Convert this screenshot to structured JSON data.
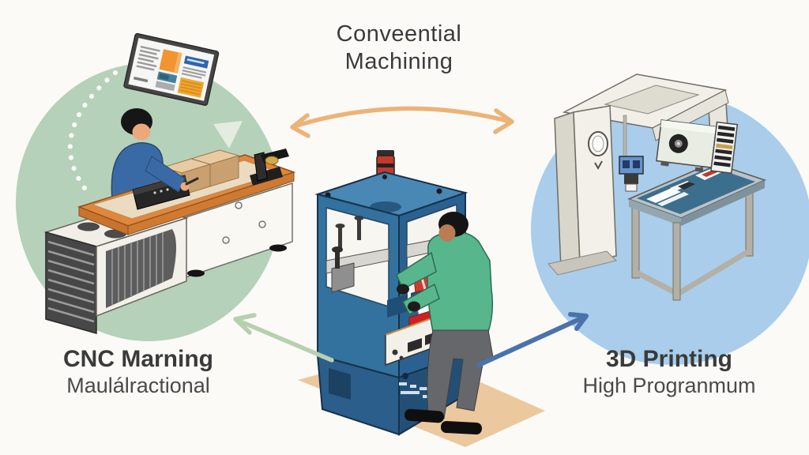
{
  "labels": {
    "conventional": {
      "line1": "Conveential",
      "line2": "Machining"
    },
    "cnc": {
      "line1": "CNC Marning",
      "line2": "Maulálractional"
    },
    "printing": {
      "line1": "3D Printing",
      "line2": "High Progranmum"
    }
  },
  "colors": {
    "background": "#fbfaf7",
    "green_circle": "#b6d1b9",
    "blue_circle": "#a9cdea",
    "orange_arrow": "#ecb377",
    "green_arrow": "#b7d0af",
    "blue_arrow": "#4a73ac",
    "floor_mat": "#ecc89e",
    "machine_blue": "#33719f",
    "table_orange": "#e0873c",
    "sweater_green": "#57b68c",
    "sweater_blue": "#3a6aa5"
  },
  "illustrations": {
    "left": "manual-workstation-with-monitor",
    "center": "industrial-press-machine-with-operator",
    "right": "automated-gantry-machine"
  }
}
